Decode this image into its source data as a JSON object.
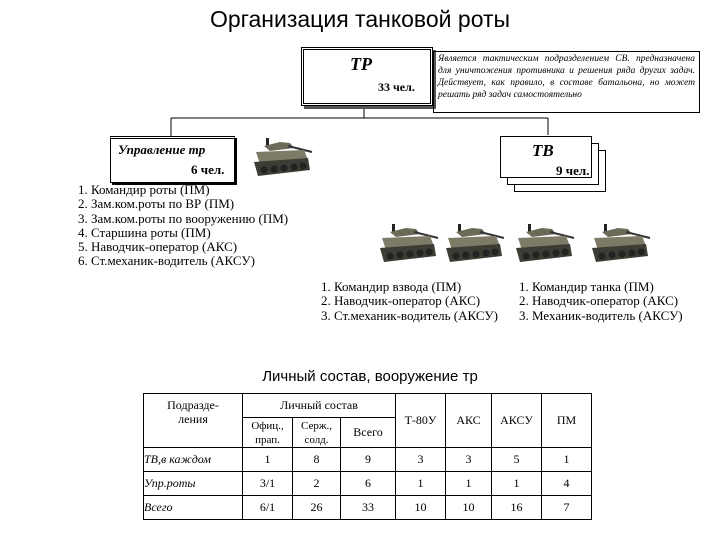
{
  "title": "Организация танковой роты",
  "company_box": {
    "label": "ТР",
    "count": "33 чел."
  },
  "description": "Является тактическим подразделением СВ. предназначена для уничтожения противника и решения ряда других задач. Действует, как правило, в составе батальона, но может решать ряд задач самостоятельно",
  "management": {
    "label": "Управление тр",
    "count": "6 чел.",
    "members": [
      "1. Командир роты (ПМ)",
      "2. Зам.ком.роты по ВР (ПМ)",
      "3. Зам.ком.роты по вооружению (ПМ)",
      "4. Старшина роты (ПМ)",
      "5. Наводчик-оператор (АКС)",
      "6. Ст.механик-водитель (АКСУ)"
    ]
  },
  "platoon": {
    "label": "ТВ",
    "count": "9 чел.",
    "platoon_commander_crew": [
      "1. Командир взвода (ПМ)",
      "2. Наводчик-оператор (АКС)",
      "3. Ст.механик-водитель (АКСУ)"
    ],
    "tank_crew": [
      "1. Командир танка (ПМ)",
      "2. Наводчик-оператор (АКС)",
      "3. Механик-водитель (АКСУ)"
    ]
  },
  "staff_title": "Личный состав, вооружение тр",
  "staff_table": {
    "col_unit": "Подразде-\nления",
    "col_personnel": "Личный состав",
    "sub_officers": "Офиц.,\nпрап.",
    "sub_sergeants": "Серж.,\nсолд.",
    "sub_total": "Всего",
    "col_t80": "Т-80У",
    "col_aks": "АКС",
    "col_aksu": "АКСУ",
    "col_pm": "ПМ",
    "rows": [
      {
        "unit": "ТВ,в каждом",
        "officers": "1",
        "sergeants": "8",
        "total": "9",
        "t80": "3",
        "aks": "3",
        "aksu": "5",
        "pm": "1"
      },
      {
        "unit": "Упр.роты",
        "officers": "3/1",
        "sergeants": "2",
        "total": "6",
        "t80": "1",
        "aks": "1",
        "aksu": "1",
        "pm": "4"
      },
      {
        "unit": "Всего",
        "officers": "6/1",
        "sergeants": "26",
        "total": "33",
        "t80": "10",
        "aks": "10",
        "aksu": "16",
        "pm": "7"
      }
    ]
  },
  "icons": [
    "tank-icon"
  ]
}
